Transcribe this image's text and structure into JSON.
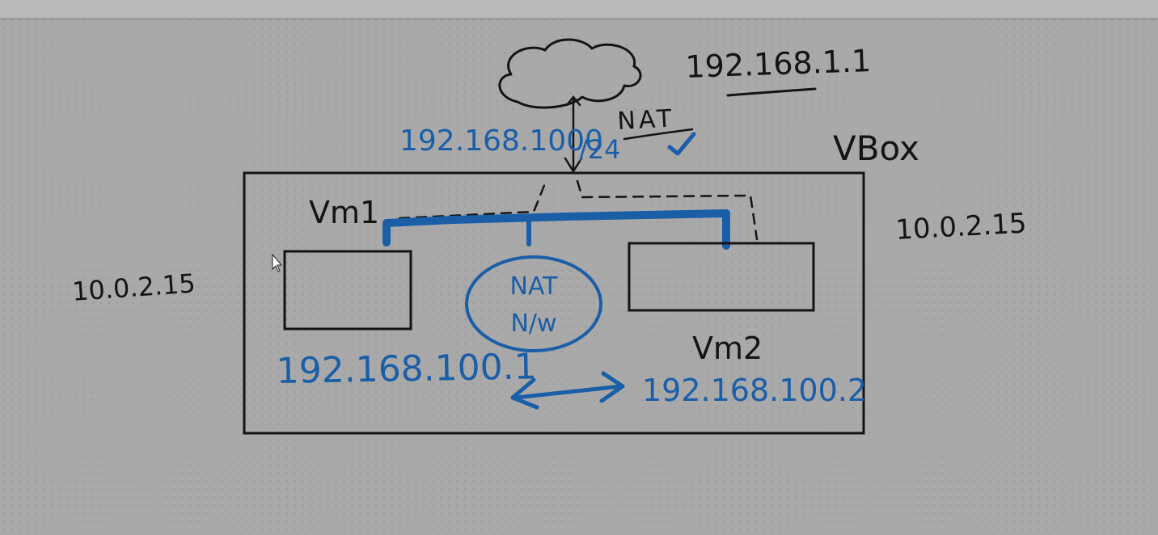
{
  "colors": {
    "ink": "#141414",
    "pen_blue": "#1b5ea8",
    "canvas_bg": "#a9a9a9",
    "toolbar_bg": "#b9b9b9"
  },
  "labels": {
    "router_ip": "192.168.1.1",
    "nat_top": "NAT",
    "subnet_ip": "192.168.1000",
    "prefix": "/24",
    "host_name": "VBox",
    "host_ip": "10.0.2.15",
    "left_ip": "10.0.2.15",
    "vm1_name": "Vm1",
    "vm2_name": "Vm2",
    "nat_nw_line1": "NAT",
    "nat_nw_line2": "N/w",
    "vm1_ip": "192.168.100.1",
    "vm2_ip": "192.168.100.2"
  },
  "icons": {
    "cloud": "cloud-icon",
    "check": "check-icon",
    "cursor": "cursor-icon",
    "arrow": "double-arrow-icon"
  }
}
